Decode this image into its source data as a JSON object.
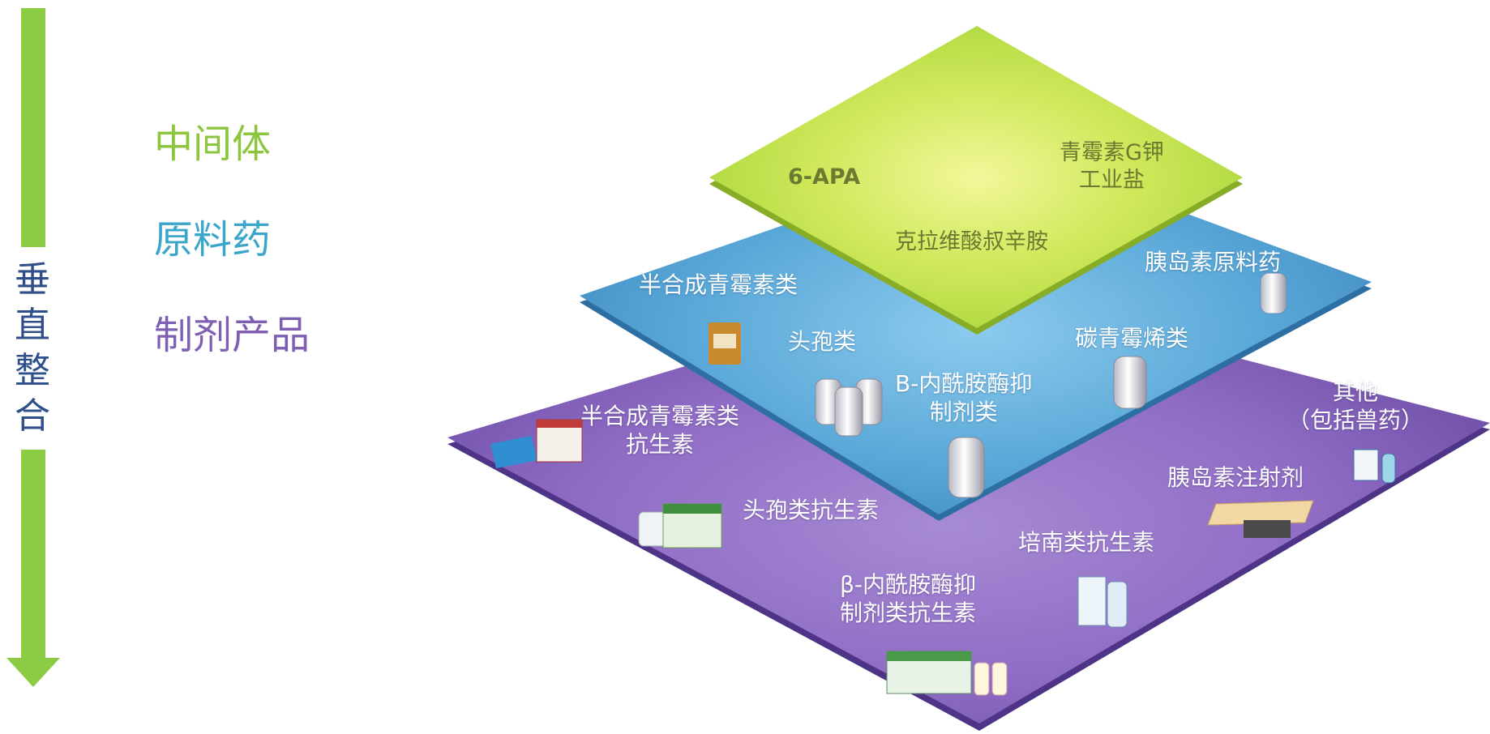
{
  "vertical_label": [
    "垂",
    "直",
    "整",
    "合"
  ],
  "legend": [
    {
      "text": "中间体",
      "color": "#8cc63f"
    },
    {
      "text": "原料药",
      "color": "#3aa6c9"
    },
    {
      "text": "制剂产品",
      "color": "#7f5fb3"
    }
  ],
  "colors": {
    "arrow": "#8ccc45",
    "top_layer": "#b8e03a",
    "middle_layer": "#5aa8d8",
    "bottom_layer": "#8a68c2"
  },
  "layers": {
    "top": {
      "items": [
        "6-APA",
        "青霉素G钾\n工业盐",
        "克拉维酸叔辛胺"
      ]
    },
    "middle": {
      "items": [
        "半合成青霉素类",
        "胰岛素原料药",
        "头孢类",
        "碳青霉烯类",
        "Β-内酰胺酶抑\n制剂类"
      ]
    },
    "bottom": {
      "items": [
        "半合成青霉素类\n抗生素",
        "其他\n（包括兽药）",
        "胰岛素注射剂",
        "头孢类抗生素",
        "培南类抗生素",
        "β-内酰胺酶抑\n制剂类抗生素"
      ]
    }
  }
}
